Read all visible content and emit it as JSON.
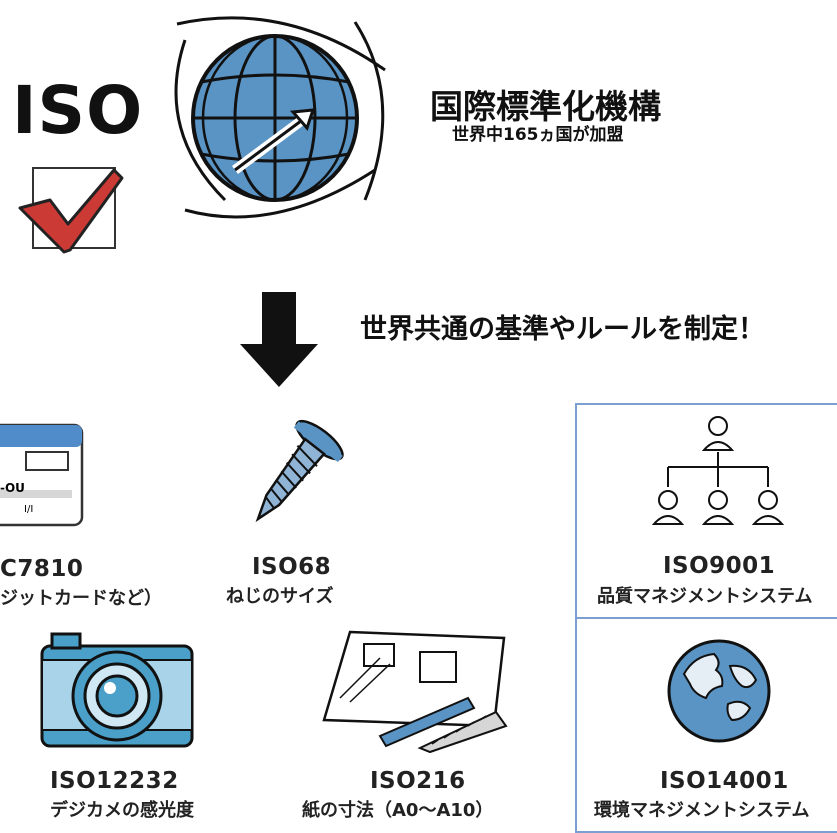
{
  "top": {
    "iso_label": "ISO",
    "org_title": "国際標準化機構",
    "org_subtitle": "世界中165ヵ国が加盟",
    "headline": "世界共通の基準やルールを制定！"
  },
  "standards": [
    {
      "code": "C7810",
      "desc": "ジットカードなど）"
    },
    {
      "code": "ISO68",
      "desc": "ねじのサイズ"
    },
    {
      "code": "ISO9001",
      "desc": "品質マネジメントシステム"
    },
    {
      "code": "ISO12232",
      "desc": "デジカメの感光度"
    },
    {
      "code": "ISO216",
      "desc": "紙の寸法（A0～A10）"
    },
    {
      "code": "ISO14001",
      "desc": "環境マネジメントシステム"
    }
  ],
  "colors": {
    "globe_blue": "#5a94c4",
    "check_red": "#cc3a36",
    "frame_blue": "#7c9fd1",
    "camera_blue": "#4aa0c8"
  },
  "icons": [
    "check-icon",
    "globe-icon",
    "arrow-down-icon",
    "card-icon",
    "screw-icon",
    "org-chart-icon",
    "camera-icon",
    "blueprint-icon",
    "earth-icon"
  ]
}
